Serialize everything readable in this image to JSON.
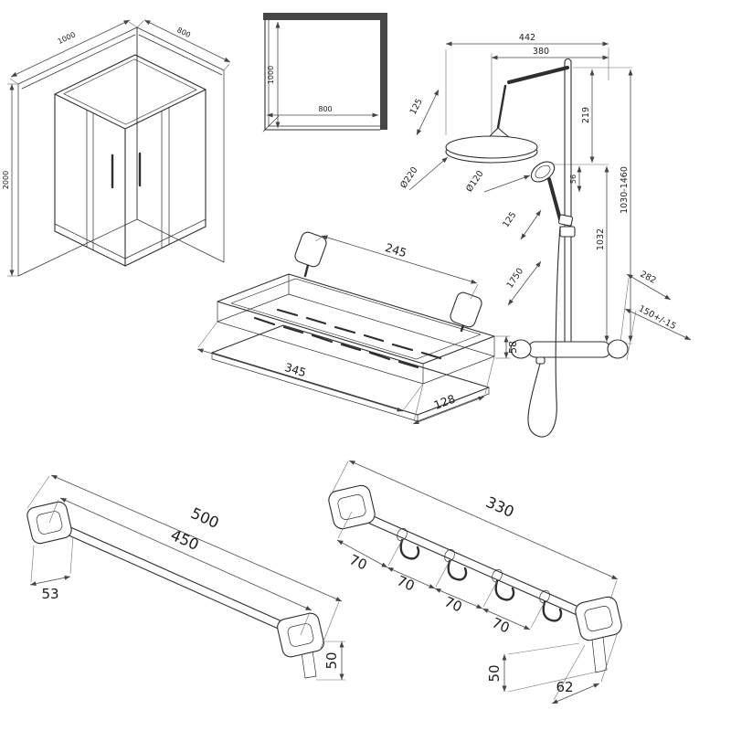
{
  "sheet": {
    "background": "#ffffff",
    "line_color": "#2e2e2e",
    "dim_color": "#4a4a4a"
  },
  "enclosure_iso": {
    "width": "1000",
    "depth": "800",
    "height": "2000"
  },
  "enclosure_plan": {
    "depth": "1000",
    "width": "800"
  },
  "shower_system": {
    "top_width": "442",
    "arm_reach": "380",
    "head_drop": "125",
    "head_diameter": "Ø220",
    "hand_diameter": "Ø120",
    "upper_offset": "219",
    "holder_offset": "56",
    "height_range": "1030-1460",
    "riser_height": "1032",
    "mid_offset": "125",
    "install_height": "1750",
    "lower_reach": "282",
    "union_spacing": "150+/-15"
  },
  "basket": {
    "mount_spacing": "245",
    "length": "345",
    "depth": "128",
    "height": "58"
  },
  "towel_rail": {
    "overall_length": "500",
    "center_spacing": "450",
    "plate_width": "53",
    "plate_depth": "50"
  },
  "hook_rail": {
    "overall_length": "330",
    "hook_spacing": "70",
    "hook_drop": "50",
    "plate_width": "62"
  }
}
